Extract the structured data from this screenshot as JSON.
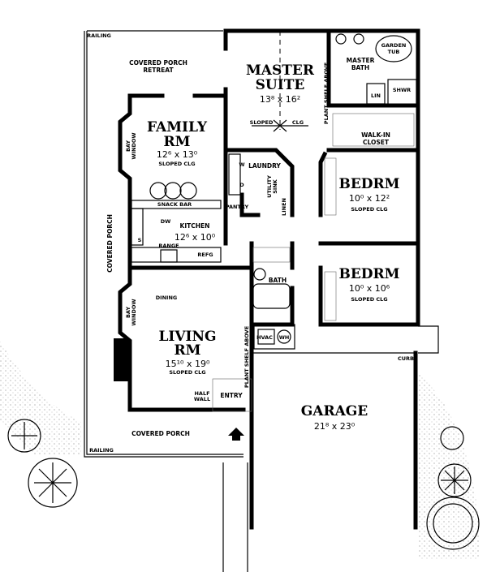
{
  "rooms": {
    "master_suite": {
      "name_1": "MASTER",
      "name_2": "SUITE",
      "dims": "13⁸ x 16²",
      "note_1": "SLOPED",
      "note_2": "CLG"
    },
    "family": {
      "name_1": "FAMILY",
      "name_2": "RM",
      "dims": "12⁶ x 13⁰",
      "note": "SLOPED CLG"
    },
    "bedrm_1": {
      "name": "BEDRM",
      "dims": "10⁰ x 12²",
      "note": "SLOPED CLG"
    },
    "bedrm_2": {
      "name": "BEDRM",
      "dims": "10⁰ x 10⁶",
      "note": "SLOPED CLG"
    },
    "kitchen": {
      "name": "KITCHEN",
      "dims": "12⁶ x 10⁰"
    },
    "living": {
      "name_1": "LIVING",
      "name_2": "RM",
      "dims": "15¹⁰ x 19⁰",
      "note": "SLOPED CLG"
    },
    "garage": {
      "name": "GARAGE",
      "dims": "21⁸ x 23⁰"
    }
  },
  "labels": {
    "railing_top": "RAILING",
    "railing_bottom": "RAILING",
    "porch_retreat_1": "COVERED PORCH",
    "porch_retreat_2": "RETREAT",
    "covered_porch_side": "COVERED PORCH",
    "covered_porch_front": "COVERED PORCH",
    "master_bath_1": "MASTER",
    "master_bath_2": "BATH",
    "garden_tub_1": "GARDEN",
    "garden_tub_2": "TUB",
    "shower": "SHWR",
    "linen_bath": "LIN",
    "plant_shelf_top": "PLANT SHELF ABOVE",
    "plant_shelf_bottom": "PLANT SHELF ABOVE",
    "walk_in_1": "WALK-IN",
    "walk_in_2": "CLOSET",
    "bay_window_top_1": "BAY",
    "bay_window_top_2": "WINDOW",
    "bay_window_bottom_1": "BAY",
    "bay_window_bottom_2": "WINDOW",
    "laundry": "LAUNDRY",
    "washer": "W",
    "dryer": "D",
    "utility_sink_1": "UTILITY",
    "utility_sink_2": "SINK",
    "pantry": "PANTRY",
    "linen_hall": "LINEN",
    "snack_bar": "SNACK BAR",
    "dw": "DW",
    "sink": "S",
    "range": "RANGE",
    "refg": "REFG",
    "bath": "BATH",
    "dining": "DINING",
    "hvac": "HVAC",
    "wh": "WH",
    "curb": "CURB",
    "half_wall_1": "HALF",
    "half_wall_2": "WALL",
    "entry": "ENTRY"
  },
  "icons": {
    "entry_arrow": "arrow-up-icon"
  }
}
